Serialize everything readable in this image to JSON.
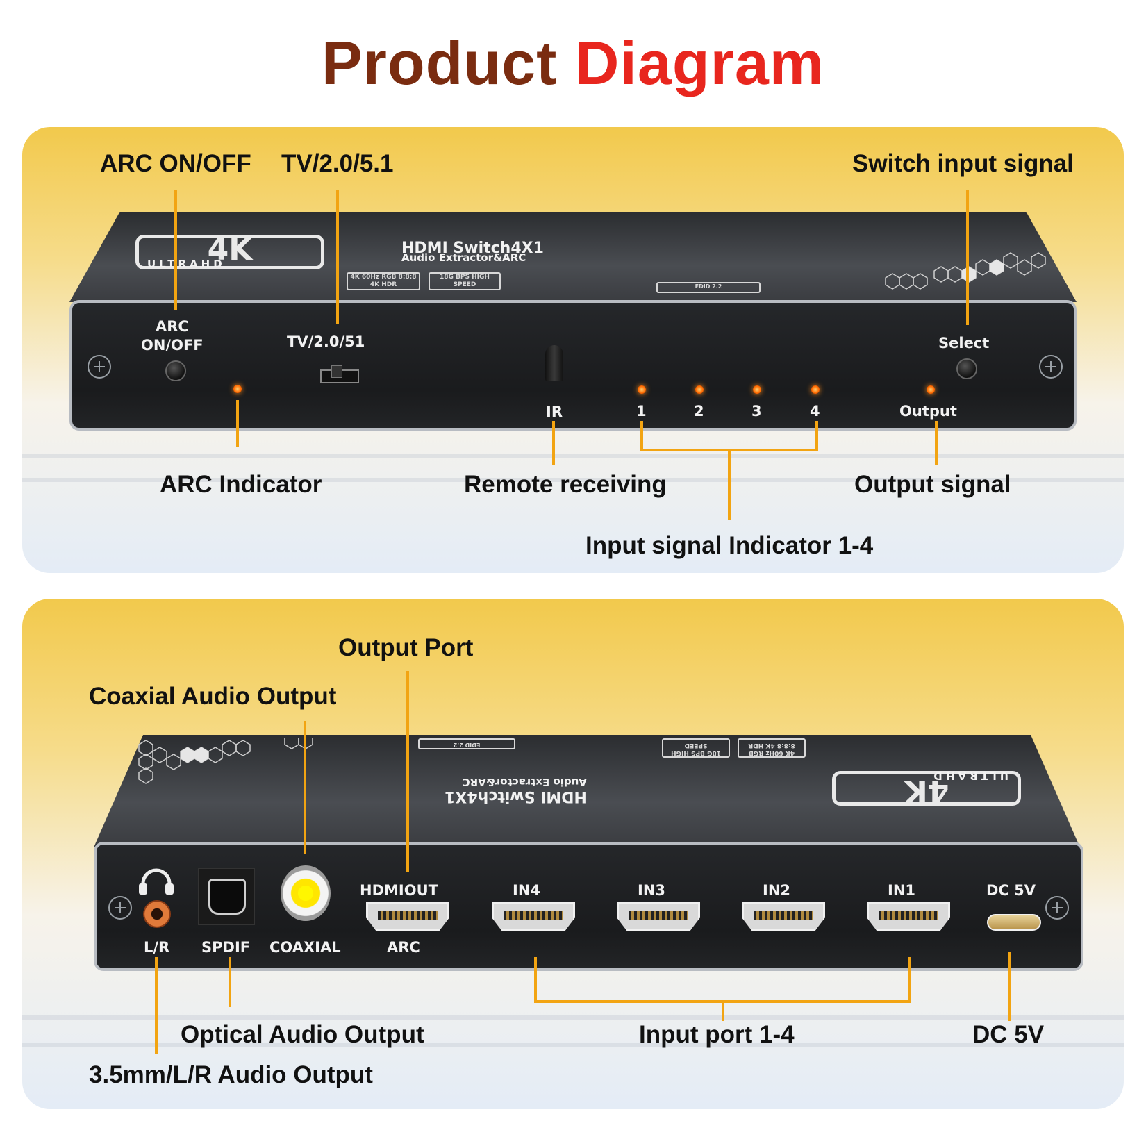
{
  "title": {
    "part1": "Product",
    "part2": "Diagram"
  },
  "colors": {
    "title_dark": "#7a2c10",
    "title_accent": "#e8261e",
    "leader": "#f2a412",
    "led": "#ff6a00"
  },
  "front_panel": {
    "callouts": {
      "arc_on_off": "ARC ON/OFF",
      "tv_mode": "TV/2.0/5.1",
      "switch_input": "Switch input signal",
      "arc_indicator": "ARC Indicator",
      "remote_receiving": "Remote receiving",
      "output_signal": "Output signal",
      "input_indicator": "Input signal Indicator 1-4"
    },
    "device": {
      "logo_main": "4K",
      "logo_sub": "ULTRAHD",
      "model_line1": "HDMI Switch4X1",
      "model_line2": "Audio Extractor&ARC",
      "badge_hdr": "4K 60Hz RGB 8:8:8 4K HDR",
      "badge_speed": "18G BPS HIGH SPEED",
      "badge_edid": "EDID 2.2",
      "arc_label_line1": "ARC",
      "arc_label_line2": "ON/OFF",
      "tv_switch_label": "TV/2.0/51",
      "ir_label": "IR",
      "input_leds": [
        "1",
        "2",
        "3",
        "4"
      ],
      "output_label": "Output",
      "select_label": "Select"
    }
  },
  "rear_panel": {
    "callouts": {
      "output_port": "Output Port",
      "coaxial_output": "Coaxial Audio Output",
      "optical_output": "Optical Audio Output",
      "lr_output": "3.5mm/L/R Audio Output",
      "input_ports": "Input port 1-4",
      "dc": "DC 5V"
    },
    "device": {
      "logo_main": "4K",
      "logo_sub": "ULTRAHD",
      "model_line1": "HDMI Switch4X1",
      "model_line2": "Audio Extractor&ARC",
      "badge_hdr": "4K 60Hz RGB 8:8:8 4K HDR",
      "badge_speed": "18G BPS HIGH SPEED",
      "badge_edid": "EDID 2.2",
      "lr_label": "L/R",
      "spdif_label": "SPDIF",
      "coaxial_label": "COAXIAL",
      "hdmiout_label": "HDMIOUT",
      "arc_label": "ARC",
      "in_ports": [
        "IN4",
        "IN3",
        "IN2",
        "IN1"
      ],
      "dc_label": "DC 5V"
    }
  }
}
